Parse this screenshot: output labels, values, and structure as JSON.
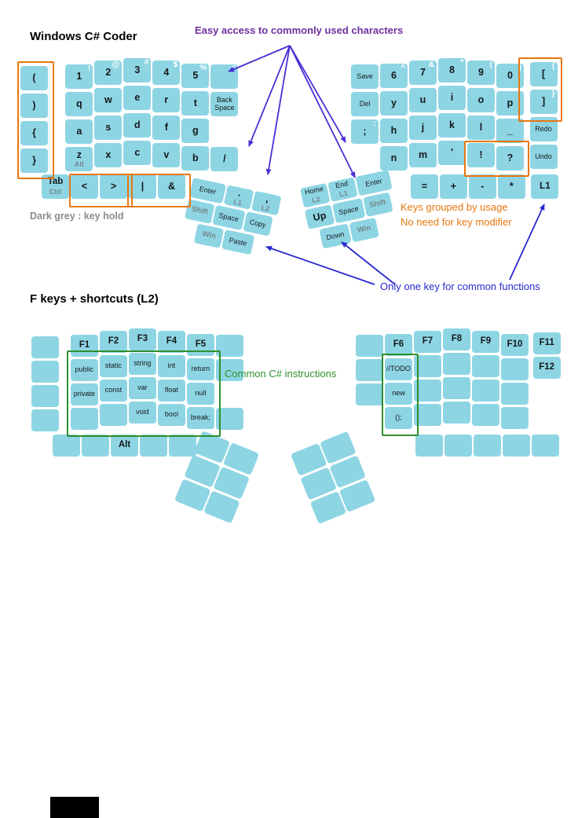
{
  "titles": {
    "main": "Windows C# Coder",
    "fn": "F keys + shortcuts (L2)"
  },
  "annotations": {
    "easy_access": "Easy access to commonly used characters",
    "key_hold_legend": "Dark grey : key hold",
    "grouped_line1": "Keys grouped by usage",
    "grouped_line2": "No need for key modifier",
    "one_key": "Only one key for common functions",
    "csharp": "Common C# instructions"
  },
  "colors": {
    "key": "#8ed5e4",
    "hold": "#75868c",
    "shift": "#ffffff",
    "orange": "#e8770f",
    "green": "#2f8f2f",
    "purple": "#7030a0",
    "arrow_purple": "#4a2fd4",
    "blue": "#2929cf",
    "grey": "#8c8c8c"
  },
  "keyboards": {
    "main_left": {
      "rows": [
        {
          "keys": [
            {
              "t": "("
            },
            {
              "gap": 0.55
            },
            {
              "t": "1",
              "s": "!"
            },
            {
              "t": "2",
              "s": "@"
            },
            {
              "t": "3",
              "s": "#"
            },
            {
              "t": "4",
              "s": "$"
            },
            {
              "t": "5",
              "s": "%"
            },
            {
              "s": "\""
            }
          ]
        },
        {
          "keys": [
            {
              "t": ")"
            },
            {
              "gap": 0.55
            },
            {
              "t": "q"
            },
            {
              "t": "w"
            },
            {
              "t": "e"
            },
            {
              "t": "r"
            },
            {
              "t": "t"
            },
            {
              "t": "Back Space"
            }
          ]
        },
        {
          "keys": [
            {
              "t": "{"
            },
            {
              "gap": 0.55
            },
            {
              "t": "a"
            },
            {
              "t": "s"
            },
            {
              "t": "d"
            },
            {
              "t": "f"
            },
            {
              "t": "g"
            }
          ]
        },
        {
          "keys": [
            {
              "t": "}"
            },
            {
              "gap": 0.55
            },
            {
              "t": "z",
              "h": "Alt"
            },
            {
              "t": "x"
            },
            {
              "t": "c"
            },
            {
              "t": "v"
            },
            {
              "t": "b"
            },
            {
              "t": "/"
            }
          ]
        },
        {
          "flat": true,
          "offset": 0.73,
          "keys": [
            {
              "t": "Tab",
              "h": "Ctrl",
              "big": true
            },
            {
              "t": "<"
            },
            {
              "t": ">"
            },
            {
              "t": "|"
            },
            {
              "t": "&"
            }
          ]
        }
      ]
    },
    "main_right": {
      "rows": [
        {
          "keys": [
            {
              "t": "Save"
            },
            {
              "t": "6",
              "s": "^"
            },
            {
              "t": "7",
              "s": "&"
            },
            {
              "t": "8",
              "s": "*"
            },
            {
              "t": "9",
              "s": "("
            },
            {
              "t": "0",
              "s": ")"
            },
            {
              "gap": 0.15
            },
            {
              "t": "[",
              "s": "{"
            }
          ]
        },
        {
          "keys": [
            {
              "t": "Del"
            },
            {
              "t": "y"
            },
            {
              "t": "u"
            },
            {
              "t": "i"
            },
            {
              "t": "o"
            },
            {
              "t": "p"
            },
            {
              "gap": 0.15
            },
            {
              "t": "]",
              "s": "}"
            }
          ]
        },
        {
          "keys": [
            {
              "t": ";",
              "s": ":"
            },
            {
              "t": "h"
            },
            {
              "t": "j"
            },
            {
              "t": "k"
            },
            {
              "t": "l"
            },
            {
              "t": "_"
            },
            {
              "gap": 0.15
            },
            {
              "t": "Redo"
            }
          ]
        },
        {
          "offset": 1,
          "keys": [
            {
              "t": "n"
            },
            {
              "t": "m"
            },
            {
              "t": "'"
            },
            {
              "t": "!"
            },
            {
              "t": "?"
            },
            {
              "gap": 0.15
            },
            {
              "t": "Undo"
            }
          ]
        },
        {
          "flat": true,
          "offset": 2.05,
          "keys": [
            {
              "t": "="
            },
            {
              "t": "+"
            },
            {
              "t": "-"
            },
            {
              "t": "*"
            },
            {
              "gap": 0.15
            },
            {
              "t": "L1",
              "big": true
            }
          ]
        }
      ]
    },
    "thumb_main_left": {
      "rows": [
        {
          "keys": [
            {
              "t": "Enter",
              "w": 1.25
            },
            {
              "t": ".",
              "h": "L1"
            },
            {
              "t": ",",
              "h": "L2"
            }
          ]
        },
        {
          "keys": [
            {
              "t": "Shift",
              "hold": true
            },
            {
              "t": "Space",
              "w": 1.1
            },
            {
              "t": "Copy"
            }
          ]
        },
        {
          "offset": 0.5,
          "keys": [
            {
              "t": "Win",
              "hold": true
            },
            {
              "t": "Paste",
              "w": 1.1
            }
          ]
        }
      ]
    },
    "thumb_main_right": {
      "rows": [
        {
          "keys": [
            {
              "t": "Home",
              "h": "L2"
            },
            {
              "t": "End",
              "h": "L1"
            },
            {
              "t": "Enter",
              "w": 1.25
            }
          ]
        },
        {
          "keys": [
            {
              "t": "Up"
            },
            {
              "t": "Space",
              "w": 1.1
            },
            {
              "t": "Shift",
              "hold": true
            }
          ]
        },
        {
          "offset": 0.35,
          "keys": [
            {
              "t": "Down",
              "w": 1.1
            },
            {
              "t": "Win",
              "hold": true
            }
          ]
        }
      ]
    },
    "fn_left": {
      "rows": [
        {
          "keys": [
            {
              "blank": true
            },
            {
              "gap": 0.35
            },
            {
              "t": "F1",
              "big": true
            },
            {
              "t": "F2",
              "big": true
            },
            {
              "t": "F3",
              "big": true
            },
            {
              "t": "F4",
              "big": true
            },
            {
              "t": "F5",
              "big": true
            },
            {
              "blank": true
            }
          ]
        },
        {
          "keys": [
            {
              "blank": true
            },
            {
              "gap": 0.35
            },
            {
              "t": "public"
            },
            {
              "t": "static"
            },
            {
              "t": "string"
            },
            {
              "t": "int"
            },
            {
              "t": "return"
            },
            {
              "blank": true
            }
          ]
        },
        {
          "keys": [
            {
              "blank": true
            },
            {
              "gap": 0.35
            },
            {
              "t": "private"
            },
            {
              "t": "const"
            },
            {
              "t": "var"
            },
            {
              "t": "float"
            },
            {
              "t": "null"
            }
          ]
        },
        {
          "keys": [
            {
              "blank": true
            },
            {
              "gap": 0.35
            },
            {
              "blank": true
            },
            {
              "blank": true
            },
            {
              "t": "void"
            },
            {
              "t": "bool"
            },
            {
              "t": "break;"
            },
            {
              "blank": true
            }
          ]
        },
        {
          "flat": true,
          "offset": 0.73,
          "keys": [
            {
              "blank": true
            },
            {
              "blank": true
            },
            {
              "t": "Alt",
              "big": true
            },
            {
              "blank": true
            },
            {
              "blank": true
            }
          ]
        }
      ]
    },
    "fn_right": {
      "rows": [
        {
          "keys": [
            {
              "blank": true
            },
            {
              "t": "F6",
              "big": true
            },
            {
              "t": "F7",
              "big": true
            },
            {
              "t": "F8",
              "big": true
            },
            {
              "t": "F9",
              "big": true
            },
            {
              "t": "F10",
              "big": true
            },
            {
              "gap": 0.1
            },
            {
              "t": "F11",
              "big": true
            }
          ]
        },
        {
          "keys": [
            {
              "blank": true
            },
            {
              "t": "//TODO"
            },
            {
              "blank": true
            },
            {
              "blank": true
            },
            {
              "blank": true
            },
            {
              "blank": true
            },
            {
              "gap": 0.1
            },
            {
              "t": "F12",
              "big": true
            }
          ]
        },
        {
          "keys": [
            {
              "blank": true
            },
            {
              "t": "new"
            },
            {
              "blank": true
            },
            {
              "blank": true
            },
            {
              "blank": true
            },
            {
              "blank": true
            }
          ]
        },
        {
          "offset": 1,
          "keys": [
            {
              "t": "();"
            },
            {
              "blank": true
            },
            {
              "blank": true
            },
            {
              "blank": true
            },
            {
              "blank": true
            }
          ]
        },
        {
          "flat": true,
          "offset": 2.05,
          "keys": [
            {
              "blank": true
            },
            {
              "blank": true
            },
            {
              "blank": true
            },
            {
              "blank": true
            },
            {
              "blank": true
            }
          ]
        }
      ]
    },
    "thumb_fn_left": {
      "rows": [
        {
          "keys": [
            {
              "blank": true
            },
            {
              "blank": true
            }
          ]
        },
        {
          "keys": [
            {
              "blank": true
            },
            {
              "blank": true
            }
          ]
        },
        {
          "keys": [
            {
              "blank": true
            },
            {
              "blank": true
            }
          ]
        }
      ]
    },
    "thumb_fn_right": {
      "rows": [
        {
          "keys": [
            {
              "blank": true
            },
            {
              "blank": true
            }
          ]
        },
        {
          "keys": [
            {
              "blank": true
            },
            {
              "blank": true
            }
          ]
        },
        {
          "keys": [
            {
              "blank": true
            },
            {
              "blank": true
            }
          ]
        }
      ]
    }
  }
}
